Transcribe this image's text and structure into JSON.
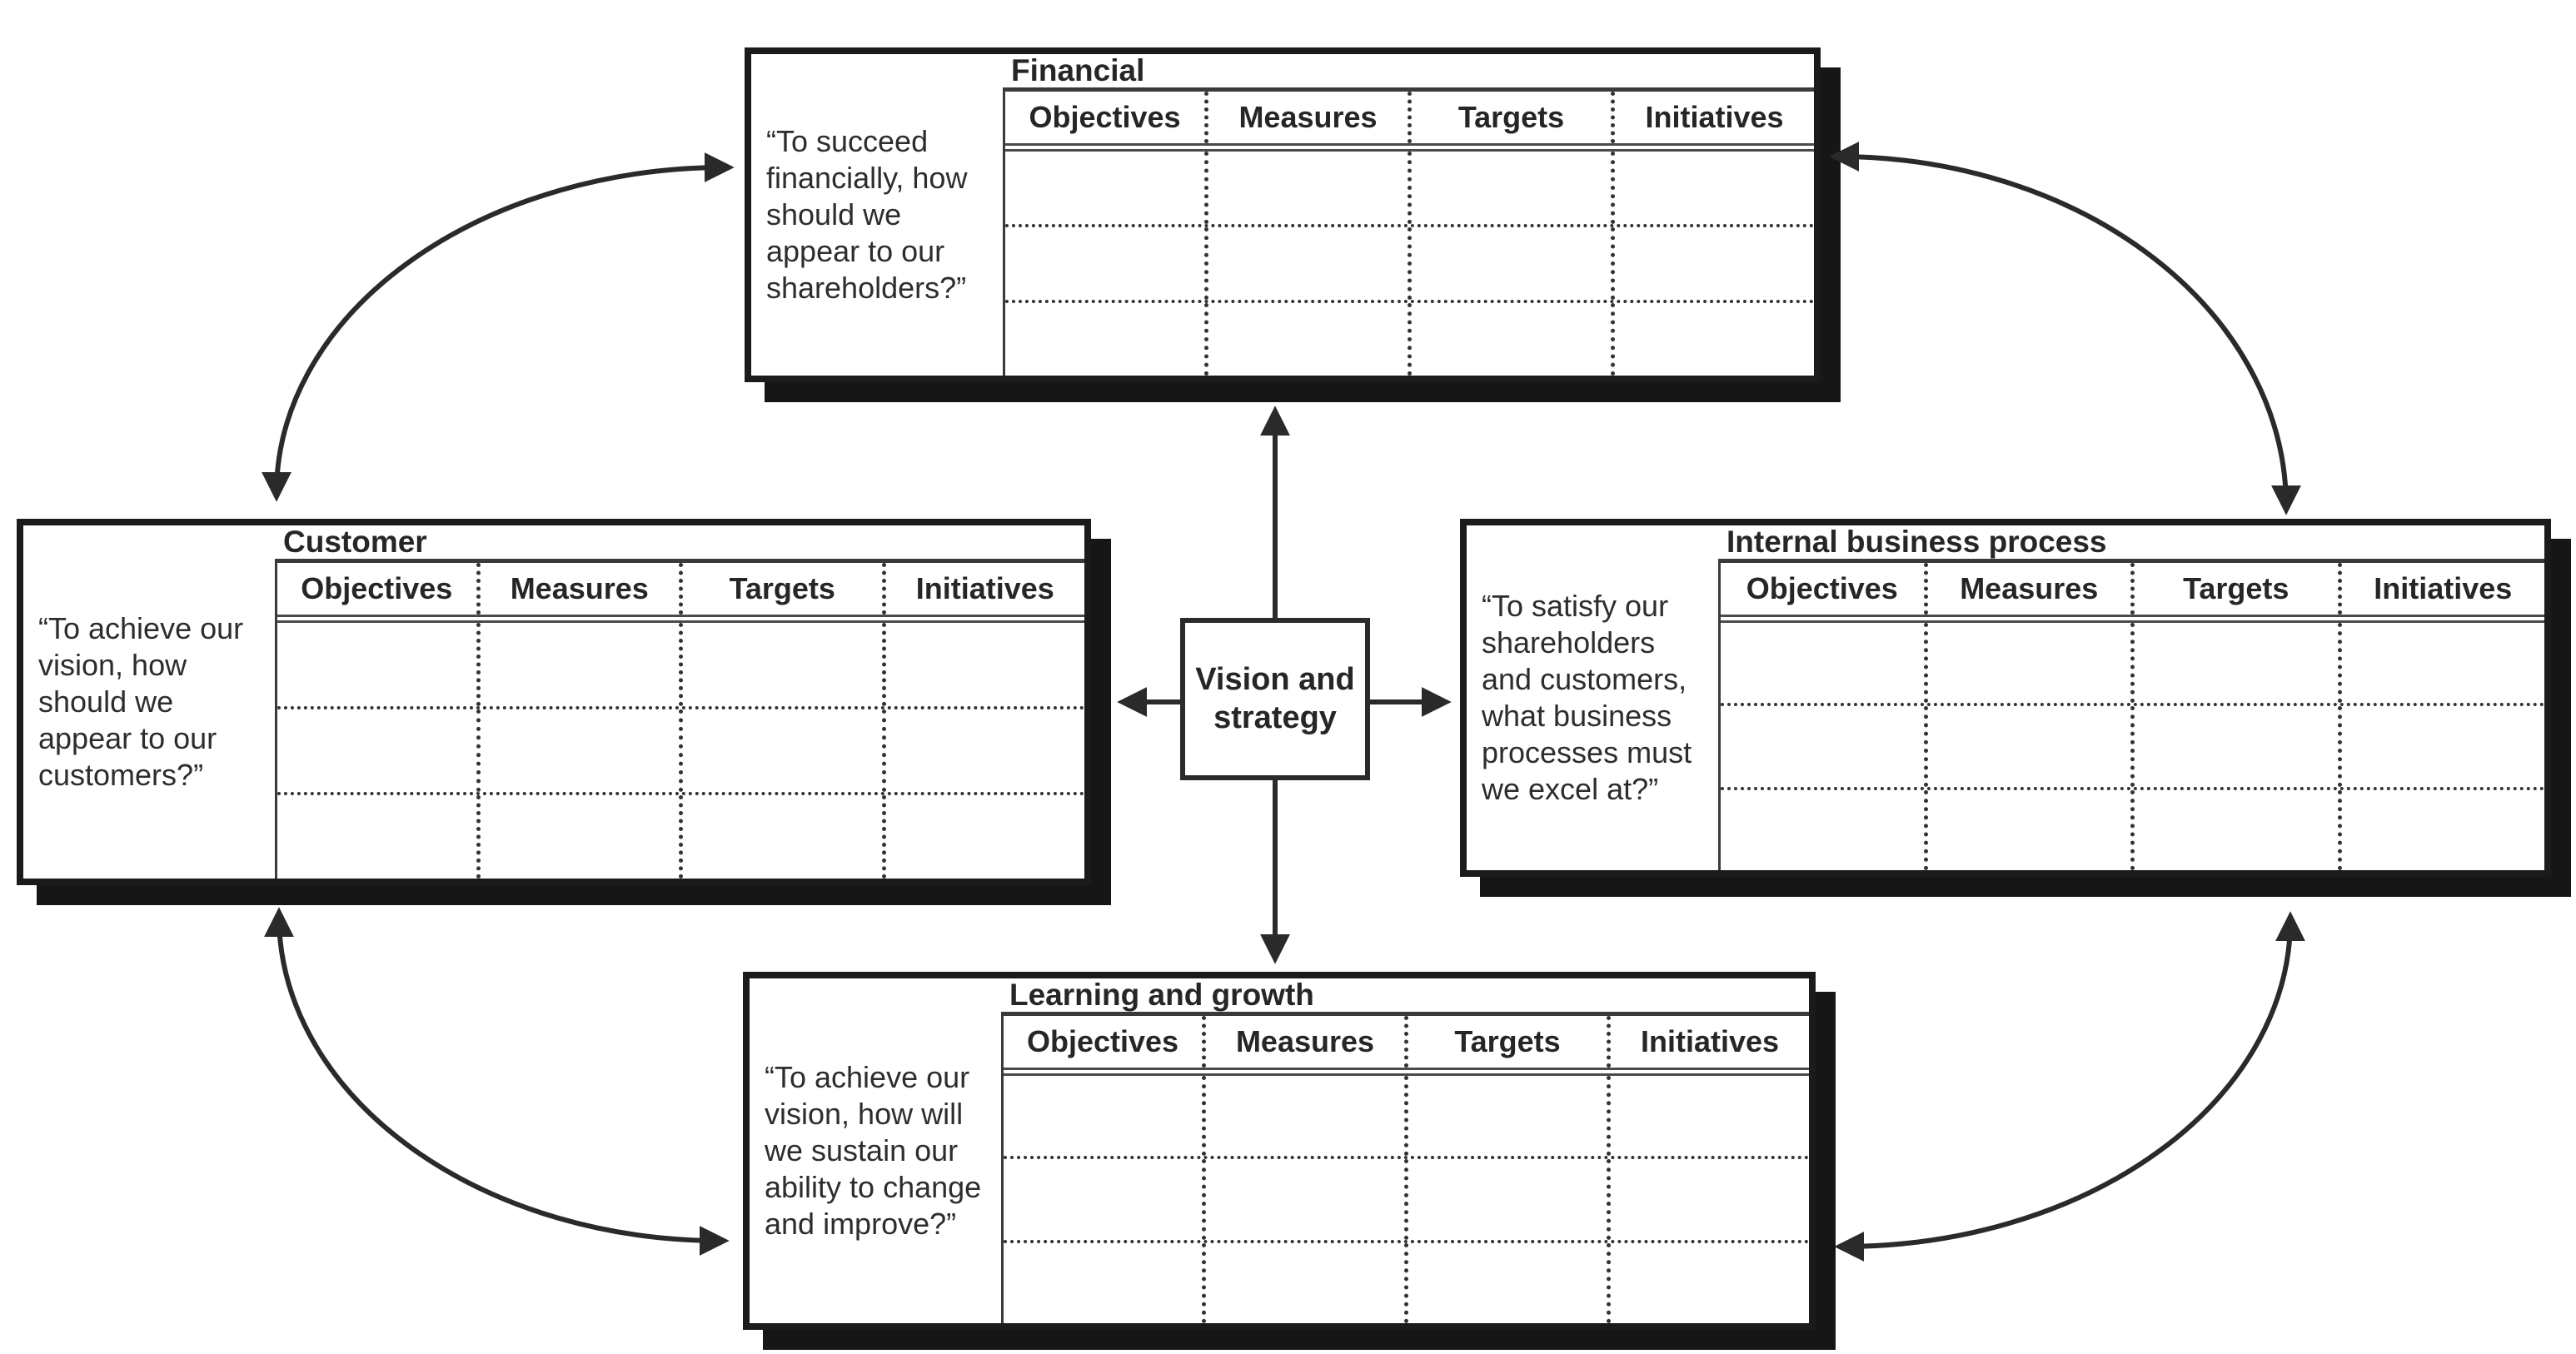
{
  "diagram": {
    "center": {
      "label": "Vision and strategy"
    },
    "columns": [
      "Objectives",
      "Measures",
      "Targets",
      "Initiatives"
    ],
    "perspectives": [
      {
        "id": "financial",
        "title": "Financial",
        "quote": "“To succeed financially, how should we appear to our shareholders?”"
      },
      {
        "id": "customer",
        "title": "Customer",
        "quote": "“To achieve our vision, how should we appear to our customers?”"
      },
      {
        "id": "internal-business-process",
        "title": "Internal business process",
        "quote": "“To satisfy our shareholders and customers, what business processes must we excel at?”"
      },
      {
        "id": "learning-and-growth",
        "title": "Learning and growth",
        "quote": "“To achieve our vision, how will we sustain our ability to change and improve?”"
      }
    ],
    "body_rows_per_table": 3,
    "colors": {
      "ink": "#2a2a2a",
      "paper": "#ffffff"
    }
  }
}
